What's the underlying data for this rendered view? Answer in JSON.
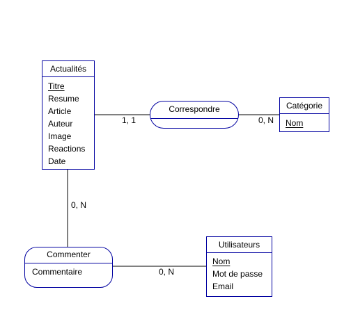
{
  "entities": {
    "actualites": {
      "name": "Actualités",
      "attributes": [
        "Titre",
        "Resume",
        "Article",
        "Auteur",
        "Image",
        "Reactions",
        "Date"
      ],
      "identifier": "Titre"
    },
    "categorie": {
      "name": "Catégorie",
      "attributes": [
        "Nom"
      ],
      "identifier": "Nom"
    },
    "utilisateurs": {
      "name": "Utilisateurs",
      "attributes": [
        "Nom",
        "Mot de passe",
        "Email"
      ],
      "identifier": "Nom"
    }
  },
  "relations": {
    "correspondre": {
      "name": "Correspondre",
      "attributes": []
    },
    "commenter": {
      "name": "Commenter",
      "attributes": [
        "Commentaire"
      ]
    }
  },
  "cardinalities": {
    "actualites_correspondre": "1, 1",
    "categorie_correspondre": "0, N",
    "actualites_commenter": "0, N",
    "utilisateurs_commenter": "0, N"
  },
  "colors": {
    "border": "#0000a0",
    "line": "#000000",
    "background": "#ffffff"
  }
}
